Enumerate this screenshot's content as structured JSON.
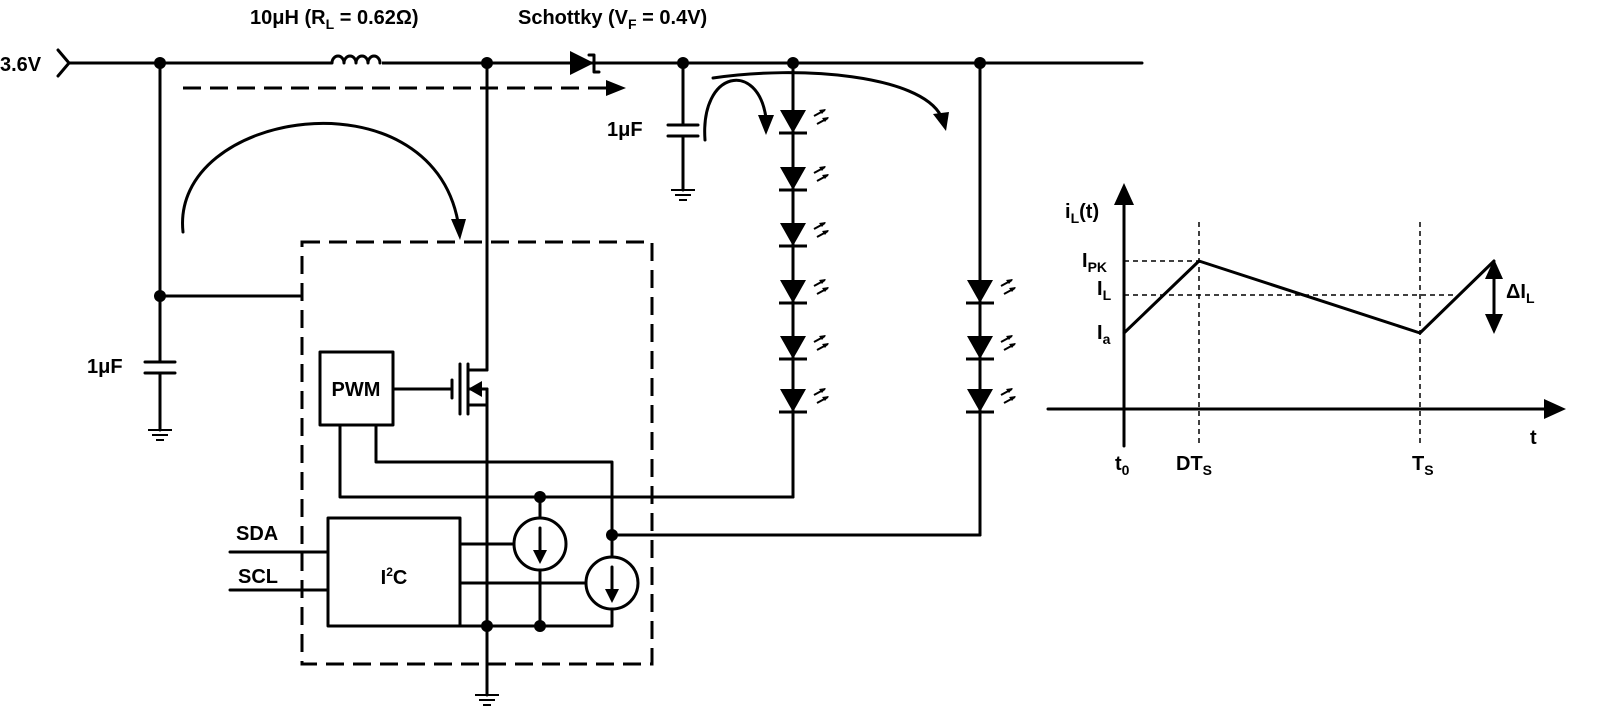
{
  "circuit": {
    "input_voltage": "3.6V",
    "inductor_label": {
      "main": "10μH (R",
      "sub": "L",
      "rest": " = 0.62Ω)"
    },
    "diode_label": {
      "main": "Schottky (V",
      "sub": "F",
      "rest": " = 0.4V)"
    },
    "input_cap": "1μF",
    "output_cap": "1μF",
    "pwm_label": "PWM",
    "i2c_label": {
      "main": "I",
      "sup": "2",
      "rest": "C"
    },
    "sda_label": "SDA",
    "scl_label": "SCL"
  },
  "waveform": {
    "y_axis_label": {
      "main": "i",
      "sub": "L",
      "rest": "(t)"
    },
    "x_axis_label": "t",
    "ipk_label": {
      "main": "I",
      "sub": "PK"
    },
    "il_label": {
      "main": "I",
      "sub": "L"
    },
    "ia_label": {
      "main": "I",
      "sub": "a"
    },
    "delta_label": {
      "main": "ΔI",
      "sub": "L"
    },
    "t0_label": {
      "main": "t",
      "sub": "0"
    },
    "dts_label": {
      "main": "DT",
      "sub": "S"
    },
    "ts_label": {
      "main": "T",
      "sub": "S"
    }
  }
}
